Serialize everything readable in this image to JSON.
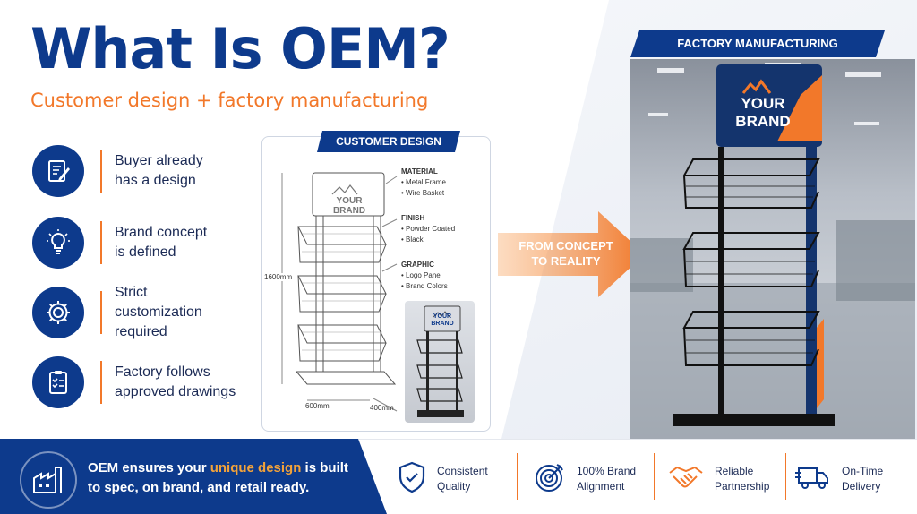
{
  "title": "What Is OEM?",
  "subtitle": "Customer design + factory manufacturing",
  "features": [
    {
      "icon": "design-document-icon",
      "text": "Buyer already\nhas a design"
    },
    {
      "icon": "lightbulb-icon",
      "text": "Brand concept\nis defined"
    },
    {
      "icon": "gear-icon",
      "text": "Strict\ncustomization\nrequired"
    },
    {
      "icon": "clipboard-checklist-icon",
      "text": "Factory follows\napproved drawings"
    }
  ],
  "customer_design": {
    "tag": "CUSTOMER DESIGN",
    "brand_text": "YOUR BRAND",
    "dim_height": "1600mm",
    "dim_width": "600mm",
    "dim_depth": "400mm",
    "specs": {
      "material_h": "MATERIAL",
      "material_1": "• Metal Frame",
      "material_2": "• Wire Basket",
      "finish_h": "FINISH",
      "finish_1": "• Powder Coated",
      "finish_2": "• Black",
      "graphic_h": "GRAPHIC",
      "graphic_1": "• Logo Panel",
      "graphic_2": "• Brand Colors"
    },
    "sample_brand": "YOUR BRAND"
  },
  "arrow_text": "FROM CONCEPT TO REALITY",
  "factory": {
    "tag": "FACTORY MANUFACTURING",
    "brand_line1": "YOUR",
    "brand_line2": "BRAND"
  },
  "bottom": {
    "msg_pre": "OEM ensures your ",
    "msg_highlight": "unique design",
    "msg_post": " is built to spec, on brand, and retail ready."
  },
  "benefits": [
    {
      "icon": "shield-check-icon",
      "text": "Consistent\nQuality"
    },
    {
      "icon": "target-icon",
      "text": "100% Brand\nAlignment"
    },
    {
      "icon": "handshake-icon",
      "text": "Reliable\nPartnership"
    },
    {
      "icon": "delivery-truck-icon",
      "text": "On-Time\nDelivery"
    }
  ],
  "colors": {
    "navy": "#0d3a8c",
    "orange": "#f2782a"
  }
}
